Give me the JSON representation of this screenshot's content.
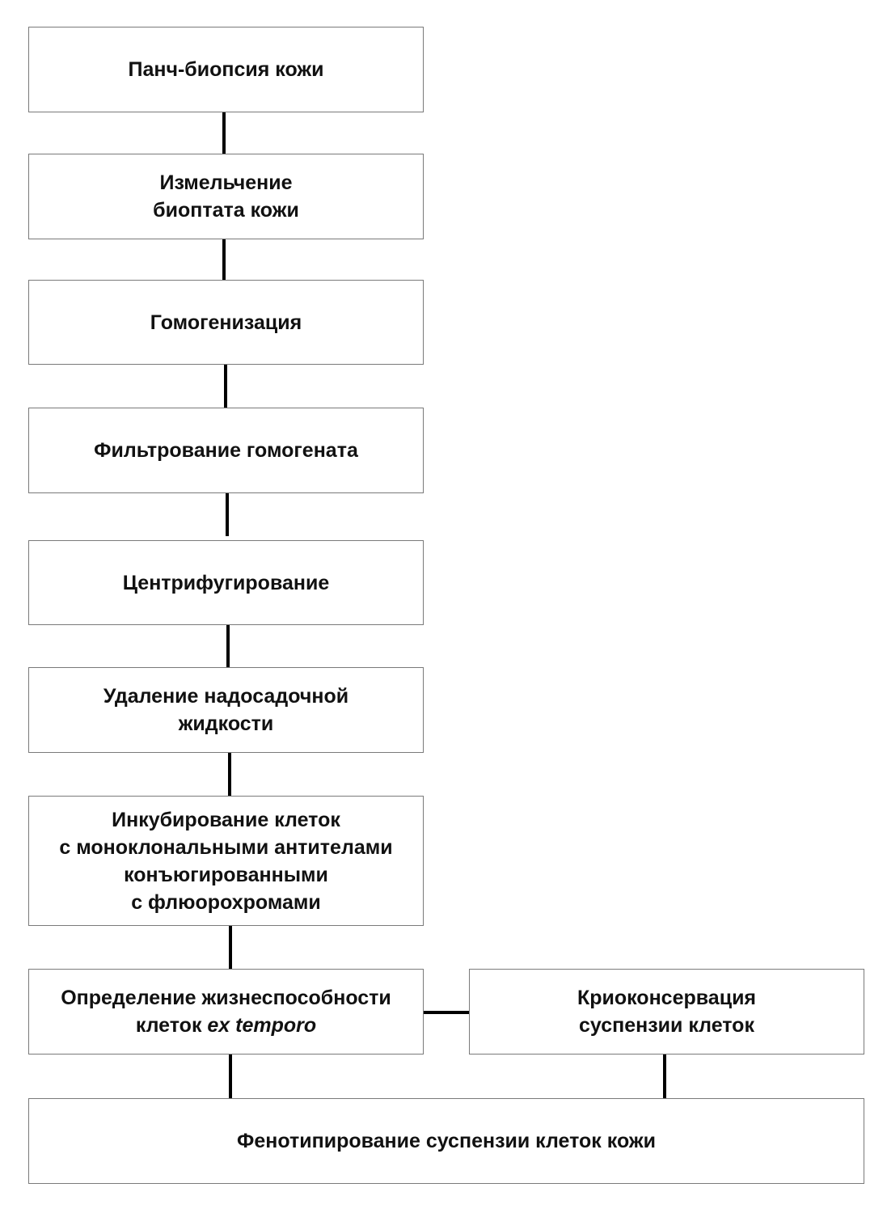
{
  "steps": {
    "punch_biopsy": "Панч-биопсия кожи",
    "grinding": {
      "line1": "Измельчение",
      "line2": "биоптата кожи"
    },
    "homogenization": "Гомогенизация",
    "filtration": "Фильтрование гомогената",
    "centrifugation": "Центрифугирование",
    "supernatant_removal": {
      "line1": "Удаление надосадочной",
      "line2": "жидкости"
    },
    "incubation": {
      "line1": "Инкубирование клеток",
      "line2": "с моноклональными антителами",
      "line3": "конъюгированными",
      "line4": "с флюорохромами"
    },
    "viability": {
      "line1": "Определение жизнеспособности",
      "line2_prefix": "клеток ",
      "line2_italic": "ex temporo"
    },
    "cryopreservation": {
      "line1": "Криоконсервация",
      "line2": "суспензии клеток"
    },
    "phenotyping": "Фенотипирование суспензии клеток кожи"
  }
}
